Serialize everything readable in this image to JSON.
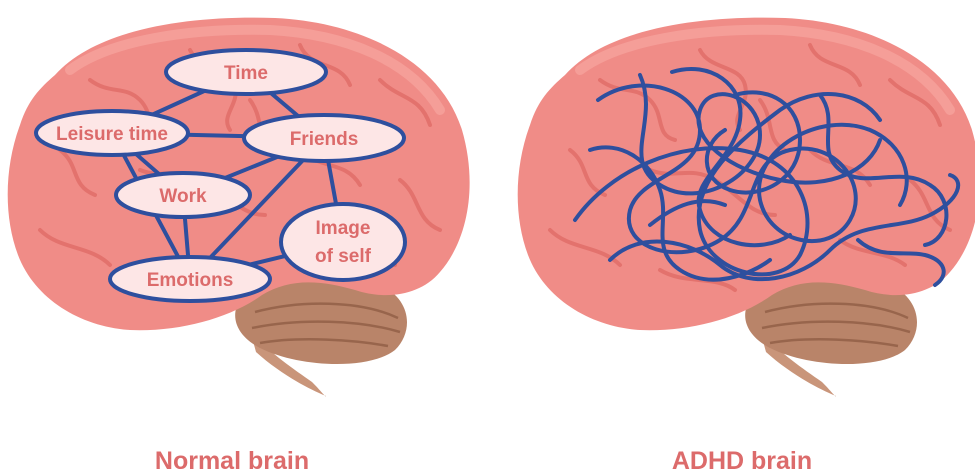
{
  "panels": [
    {
      "caption": "Normal brain",
      "nodes": [
        {
          "id": "time",
          "label": "Time"
        },
        {
          "id": "leisure",
          "label": "Leisure time"
        },
        {
          "id": "friends",
          "label": "Friends"
        },
        {
          "id": "work",
          "label": "Work"
        },
        {
          "id": "image",
          "label_lines": [
            "Image",
            "of self"
          ]
        },
        {
          "id": "emotions",
          "label": "Emotions"
        }
      ],
      "links": [
        [
          "leisure",
          "time"
        ],
        [
          "time",
          "friends"
        ],
        [
          "leisure",
          "friends"
        ],
        [
          "leisure",
          "work"
        ],
        [
          "leisure",
          "emotions"
        ],
        [
          "friends",
          "work"
        ],
        [
          "friends",
          "emotions"
        ],
        [
          "friends",
          "image"
        ],
        [
          "work",
          "emotions"
        ],
        [
          "emotions",
          "image"
        ]
      ]
    },
    {
      "caption": "ADHD brain"
    }
  ],
  "colors": {
    "cortex": "#f08c87",
    "cortex_fold": "#e3726d",
    "cortex_highlight": "#f6a5a0",
    "cerebellum": "#b98469",
    "cerebellum_fold": "#98654c",
    "brainstem": "#c9957a",
    "network": "#2e4f9e",
    "node_fill": "#fde6e6",
    "label": "#dc6b6b"
  }
}
